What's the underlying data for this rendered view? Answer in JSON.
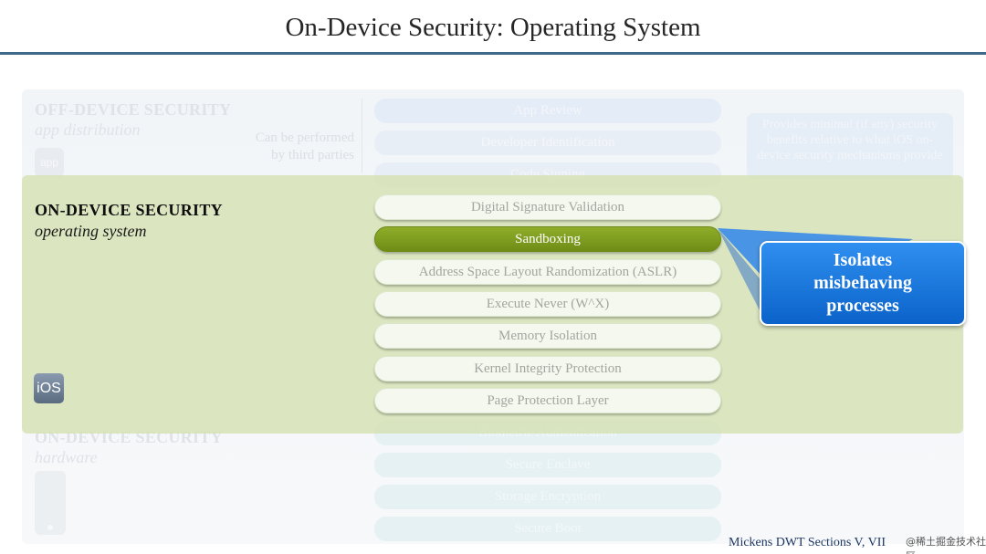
{
  "slide": {
    "title": "On-Device Security: Operating System"
  },
  "off_device": {
    "title": "OFF-DEVICE SECURITY",
    "subtitle": "app distribution",
    "note": "Can be performed by third parties",
    "app_icon_label": "app",
    "items": [
      {
        "label": "App Review"
      },
      {
        "label": "Developer Identification"
      },
      {
        "label": "Code Signing"
      }
    ],
    "callout": "Provides minimal (if any) security benefits relative to what iOS on-device security mechanisms provide"
  },
  "os_section": {
    "title": "ON-DEVICE SECURITY",
    "subtitle": "operating system",
    "ios_icon_label": "iOS",
    "items": [
      {
        "label": "Digital Signature Validation"
      },
      {
        "label": "Sandboxing"
      },
      {
        "label": "Address Space Layout Randomization (ASLR)"
      },
      {
        "label": "Execute Never (W^X)"
      },
      {
        "label": "Memory Isolation"
      },
      {
        "label": "Kernel Integrity Protection"
      },
      {
        "label": "Page Protection Layer"
      }
    ],
    "active_item": "Sandboxing"
  },
  "hardware": {
    "title": "ON-DEVICE SECURITY",
    "subtitle": "hardware",
    "items": [
      {
        "label": "Biometric Authentication"
      },
      {
        "label": "Secure Enclave"
      },
      {
        "label": "Storage Encryption"
      },
      {
        "label": "Secure Boot"
      }
    ]
  },
  "callout": {
    "text": "Isolates\nmisbehaving\nprocesses"
  },
  "footer": {
    "citation": "Mickens DWT Sections V, VII",
    "watermark": "@稀土掘金技术社区"
  },
  "colors": {
    "title_rule": "#3f6a8a",
    "os_section_bg": "#d5e1b2",
    "active_pill": "#7a9a1f",
    "callout_blue": "#1a78de"
  }
}
